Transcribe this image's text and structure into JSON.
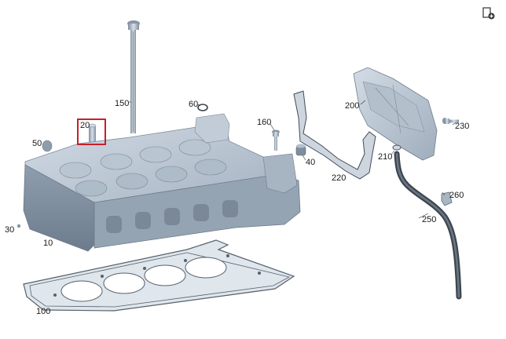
{
  "diagram": {
    "labels": {
      "p10": "10",
      "p20": "20",
      "p30": "30",
      "p40": "40",
      "p50": "50",
      "p60": "60",
      "p100": "100",
      "p150": "150",
      "p160": "160",
      "p200": "200",
      "p210": "210",
      "p220": "220",
      "p230": "230",
      "p250": "250",
      "p260": "260"
    },
    "highlighted_part": "20",
    "highlight_color": "#c8202a",
    "part_color": "#a9b7c6"
  },
  "toolbar": {
    "icon": "add-to-list-icon"
  }
}
